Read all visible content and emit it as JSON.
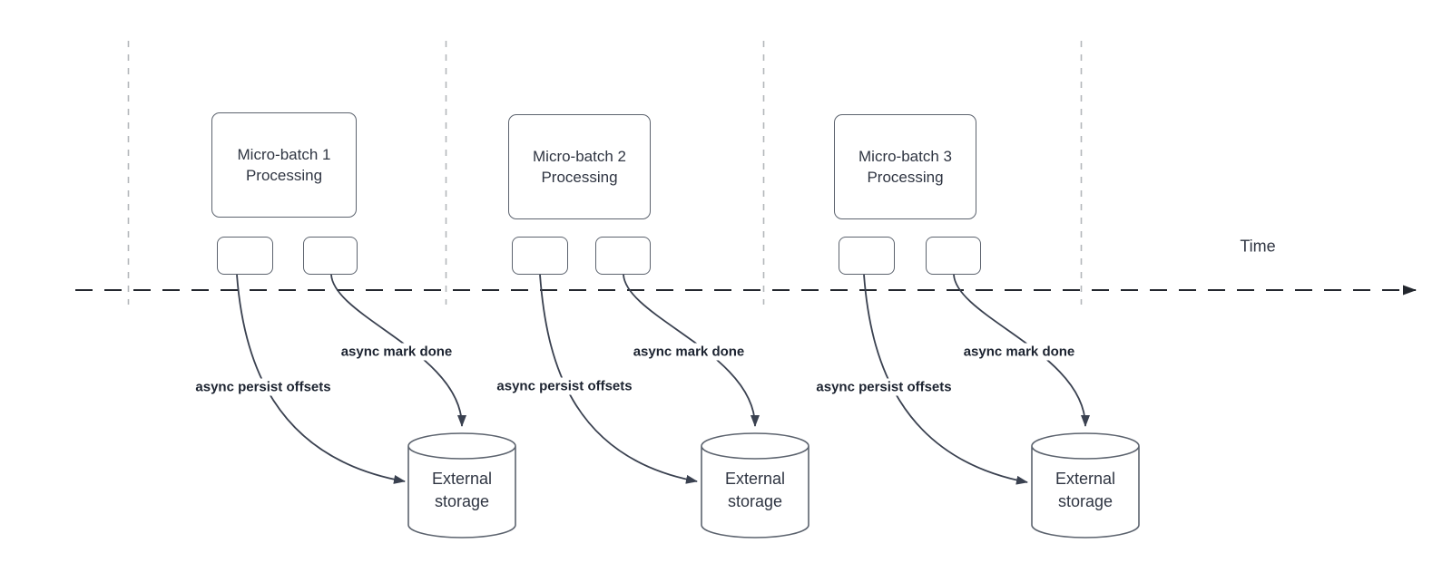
{
  "time_axis": {
    "label": "Time"
  },
  "groups": [
    {
      "batch_title": "Micro-batch 1",
      "batch_subtitle": "Processing",
      "persist_arrow_label": "async persist offsets",
      "done_arrow_label": "async mark done",
      "storage_line1": "External",
      "storage_line2": "storage"
    },
    {
      "batch_title": "Micro-batch 2",
      "batch_subtitle": "Processing",
      "persist_arrow_label": "async persist offsets",
      "done_arrow_label": "async mark done",
      "storage_line1": "External",
      "storage_line2": "storage"
    },
    {
      "batch_title": "Micro-batch 3",
      "batch_subtitle": "Processing",
      "persist_arrow_label": "async persist offsets",
      "done_arrow_label": "async mark done",
      "storage_line1": "External",
      "storage_line2": "storage"
    }
  ],
  "icons": {
    "time_axis_arrowhead": "right-arrowhead-icon",
    "flow_arrowhead": "arrowhead-icon"
  },
  "colors": {
    "line": "#3a4150",
    "axis": "#23272e",
    "guide": "#b4b7bb",
    "shape-border": "#5c636e",
    "shape-text": "#2f3542",
    "label-text": "#1c2330",
    "background": "#ffffff"
  }
}
